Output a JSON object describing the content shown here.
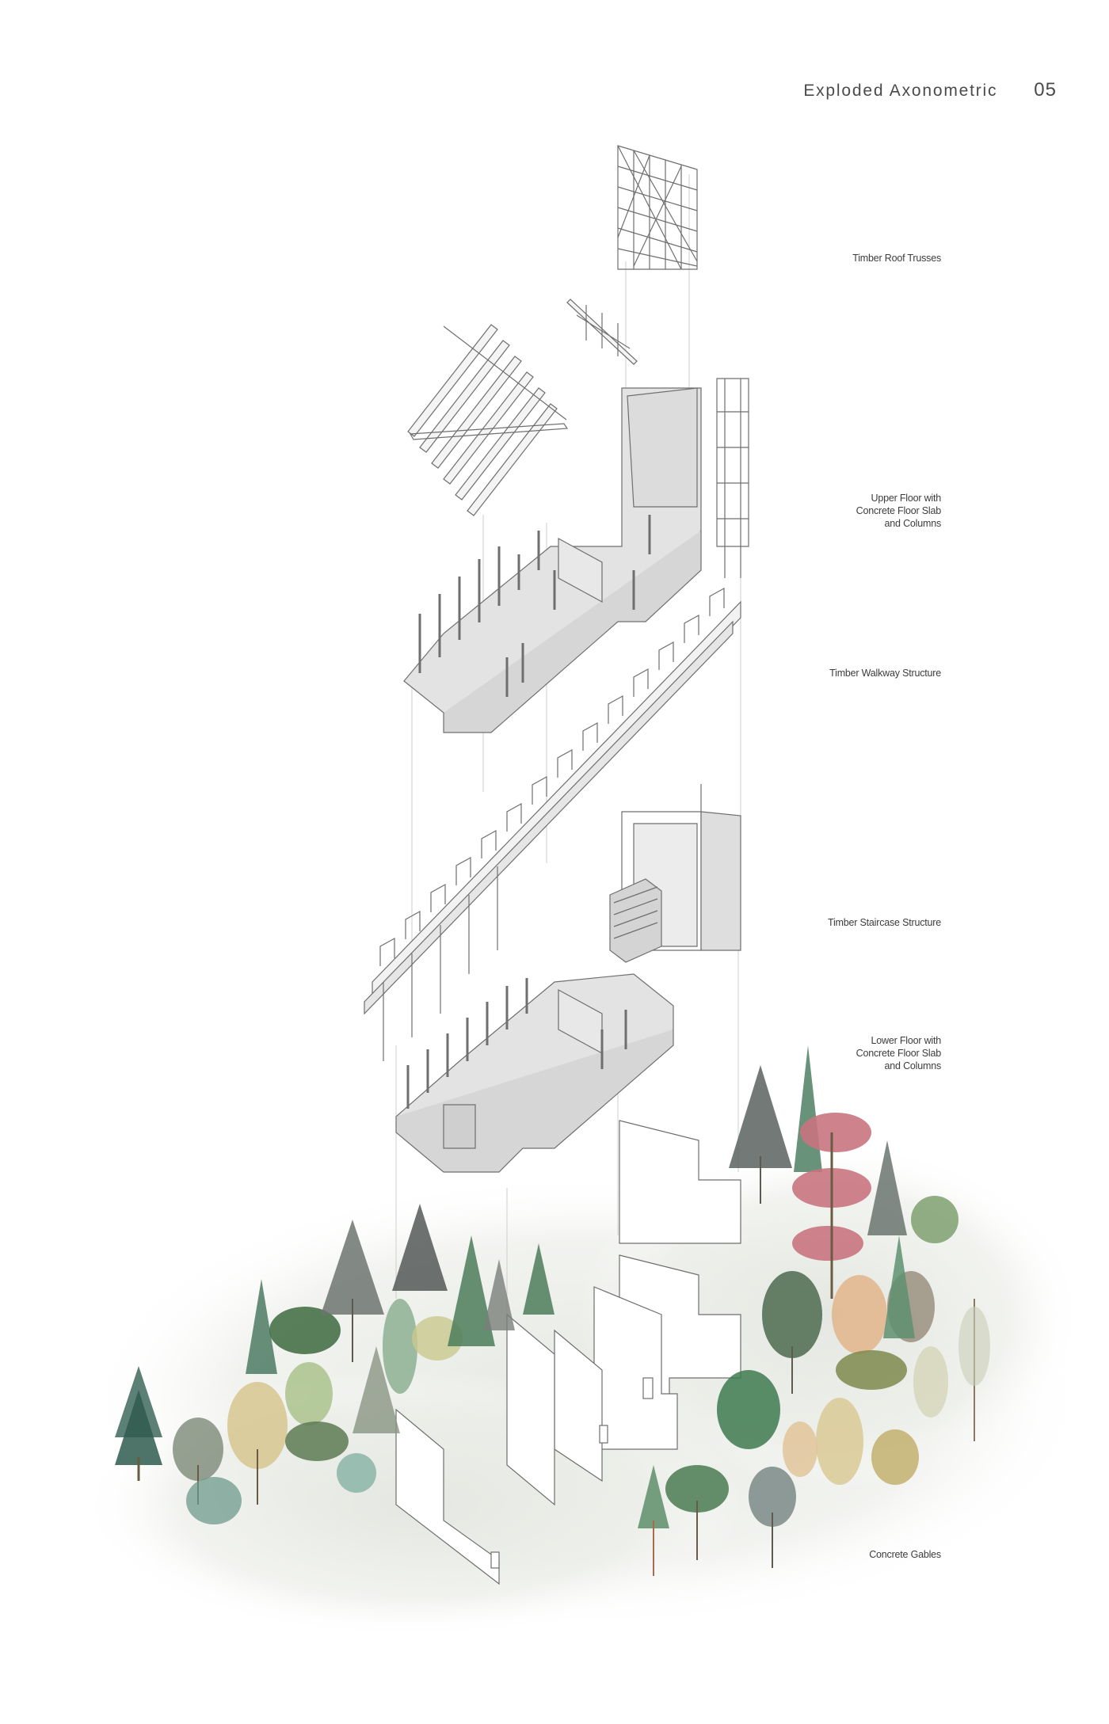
{
  "header": {
    "title": "Exploded Axonometric",
    "page_number": "05"
  },
  "layers": [
    {
      "id": "roof-trusses",
      "label": "Timber Roof Trusses"
    },
    {
      "id": "upper-floor",
      "label": "Upper Floor with\nConcrete Floor Slab\nand Columns"
    },
    {
      "id": "walkway",
      "label": "Timber Walkway Structure"
    },
    {
      "id": "staircase",
      "label": "Timber Staircase Structure"
    },
    {
      "id": "lower-floor",
      "label": "Lower Floor with\nConcrete Floor Slab\nand Columns"
    },
    {
      "id": "gables",
      "label": "Concrete Gables"
    }
  ],
  "colors": {
    "line": "#6f6f6f",
    "slab_fill": "#e3e3e3",
    "guide": "#c9c9c9",
    "wash": "#e9ebe6"
  }
}
